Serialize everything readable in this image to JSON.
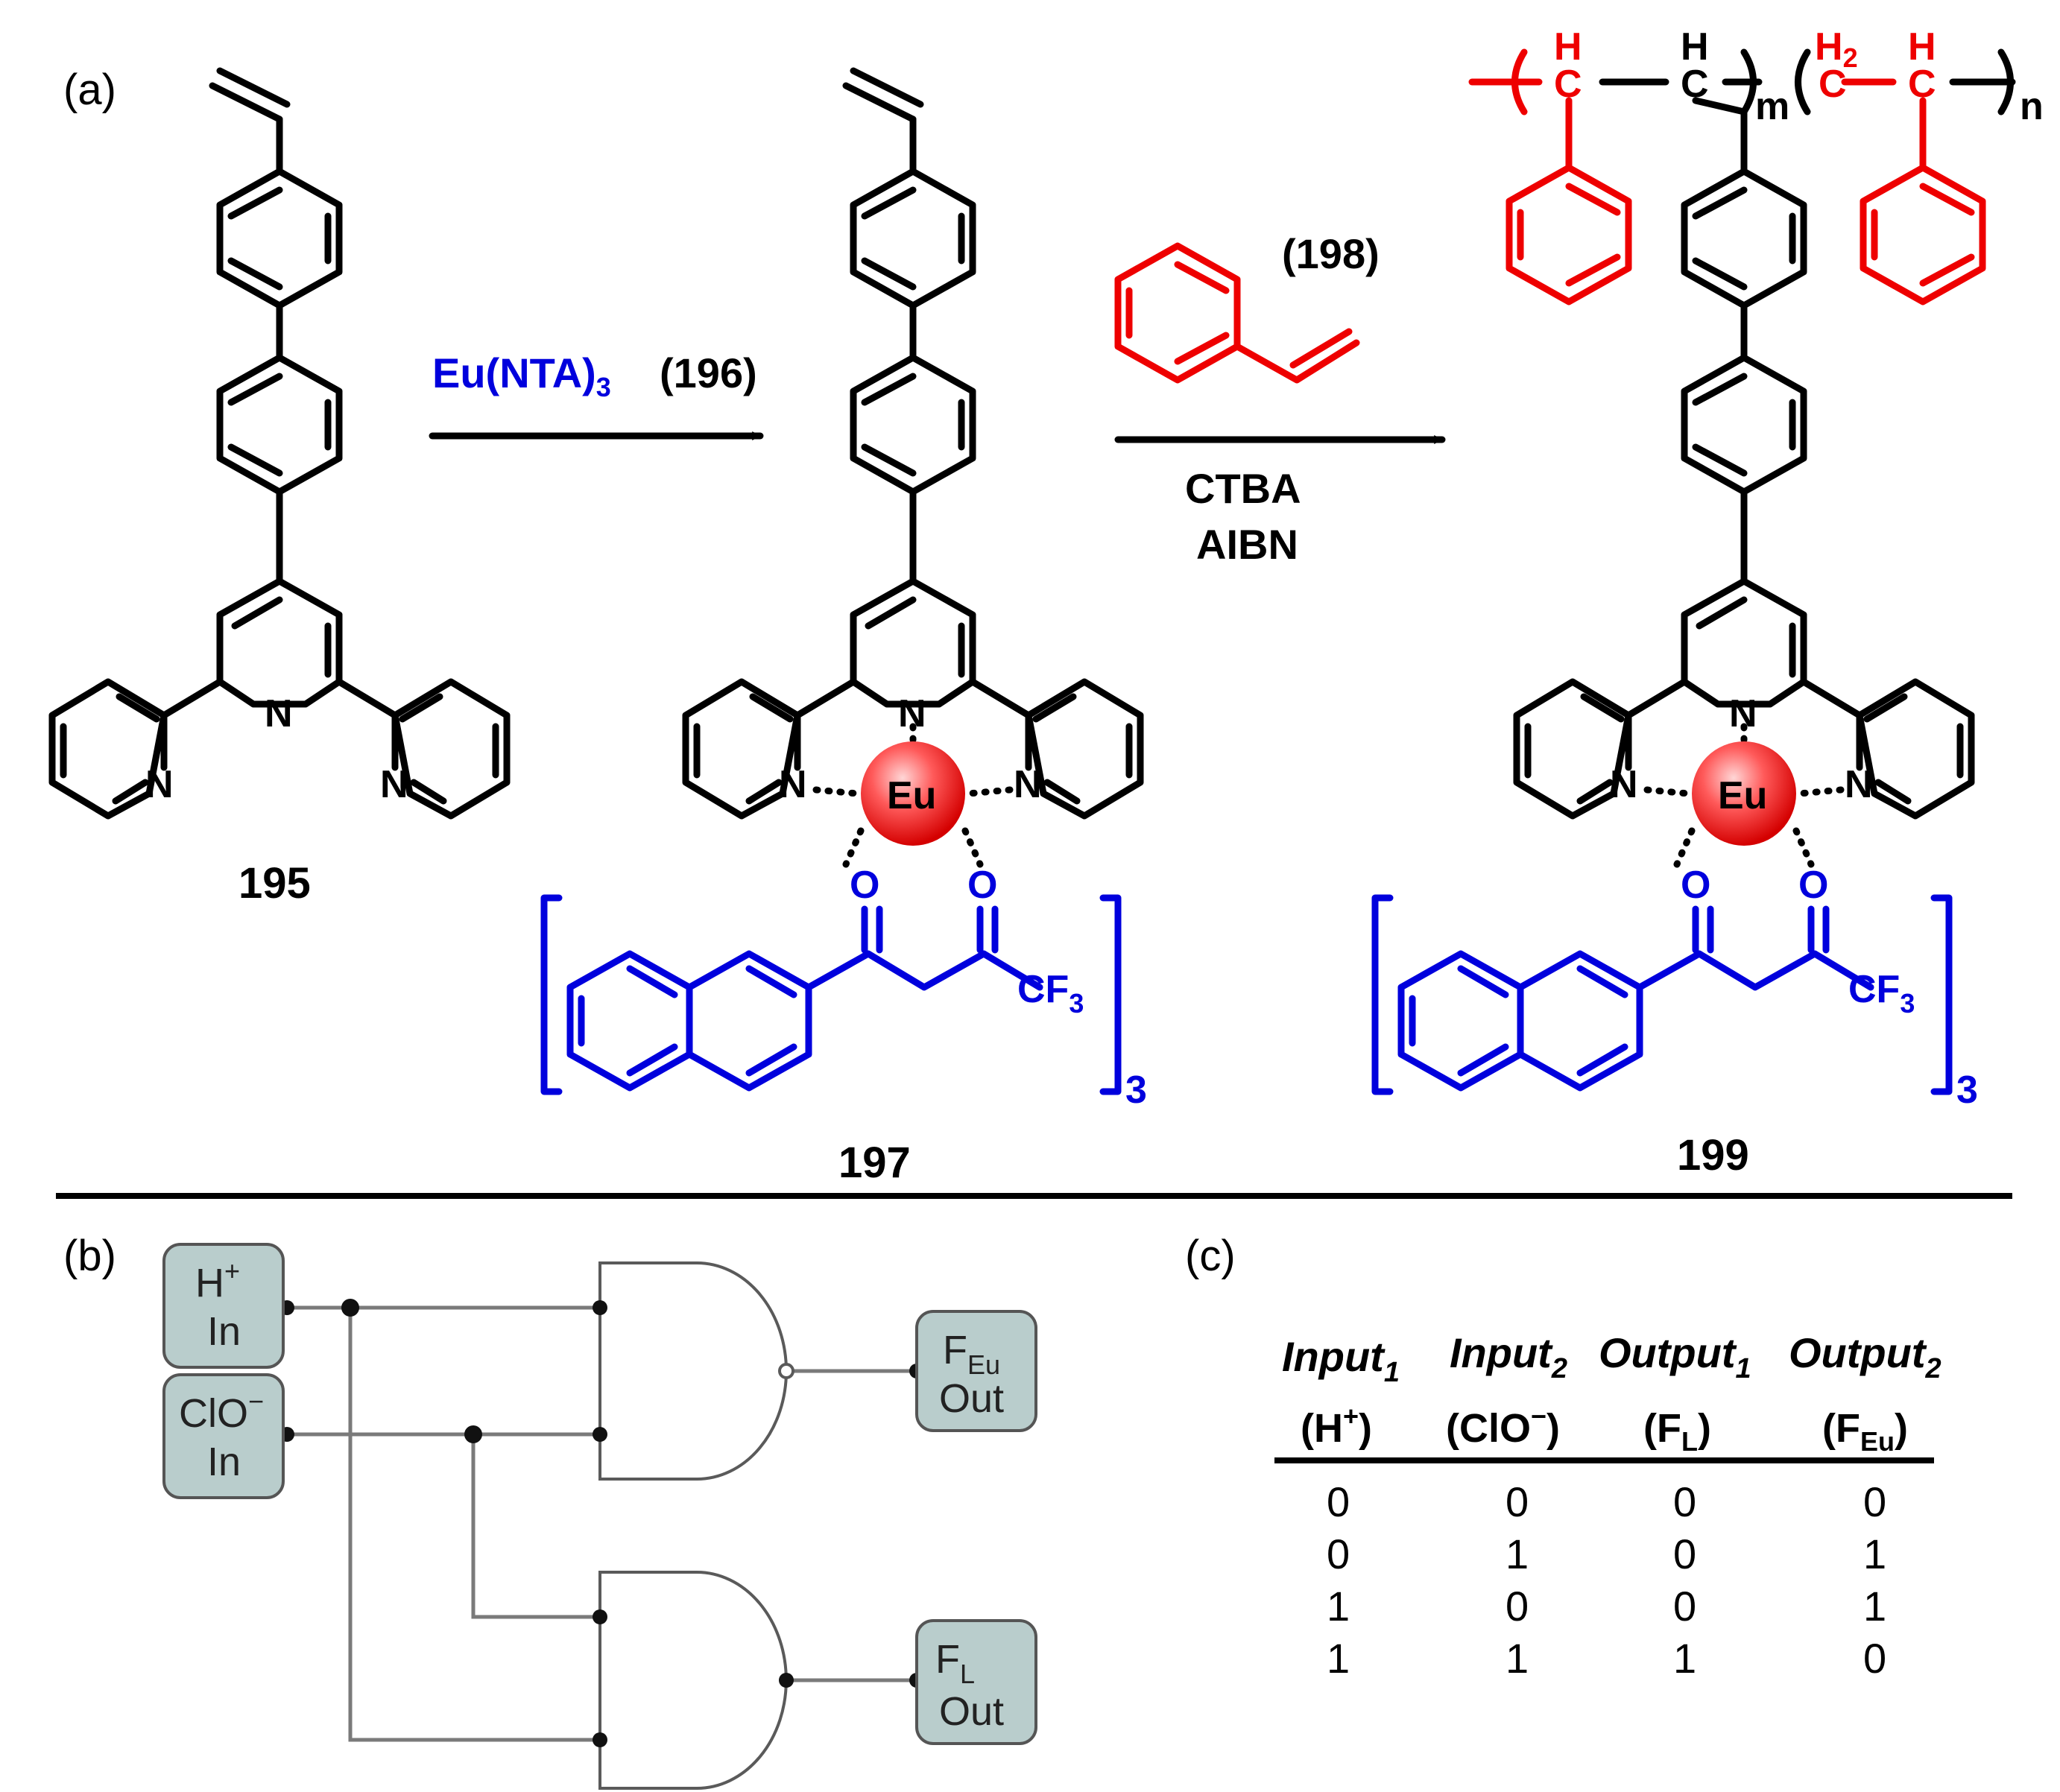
{
  "panel_a": {
    "label": "(a)",
    "compound_195": "195",
    "compound_197": "197",
    "compound_199": "199",
    "reagent_1": {
      "name": "Eu(NTA)",
      "sub": "3",
      "id": "(196)"
    },
    "reagent_2": {
      "id": "(198)",
      "cond_1": "CTBA",
      "cond_2": "AIBN"
    },
    "atoms": {
      "N": "N",
      "Eu": "Eu",
      "O": "O",
      "CF": "CF",
      "CF_sub": "3",
      "bracket_sub": "3",
      "H": "H",
      "H2": "H",
      "H2_sub": "2",
      "C": "C",
      "m": "m",
      "n": "n"
    }
  },
  "panel_b": {
    "label": "(b)",
    "input_1": {
      "main": "H",
      "sup": "+",
      "sub_line": "In"
    },
    "input_2": {
      "main": "ClO",
      "sup": "−",
      "sub_line": "In"
    },
    "output_1": {
      "main": "F",
      "sub": "Eu",
      "sub_line": "Out"
    },
    "output_2": {
      "main": "F",
      "sub": "L",
      "sub_line": "Out"
    }
  },
  "panel_c": {
    "label": "(c)",
    "headers": [
      {
        "title": "Input",
        "idx": "1",
        "sig": "(H",
        "sig_sup": "+",
        "sig_end": ")"
      },
      {
        "title": "Input",
        "idx": "2",
        "sig": "(ClO",
        "sig_sup": "−",
        "sig_end": ")"
      },
      {
        "title": "Output",
        "idx": "1",
        "sig": "(F",
        "sig_sub": "L",
        "sig_end": ")"
      },
      {
        "title": "Output",
        "idx": "2",
        "sig": "(F",
        "sig_sub": "Eu",
        "sig_end": ")"
      }
    ],
    "rows": [
      [
        "0",
        "0",
        "0",
        "0"
      ],
      [
        "0",
        "1",
        "0",
        "1"
      ],
      [
        "1",
        "0",
        "0",
        "1"
      ],
      [
        "1",
        "1",
        "1",
        "0"
      ]
    ]
  }
}
